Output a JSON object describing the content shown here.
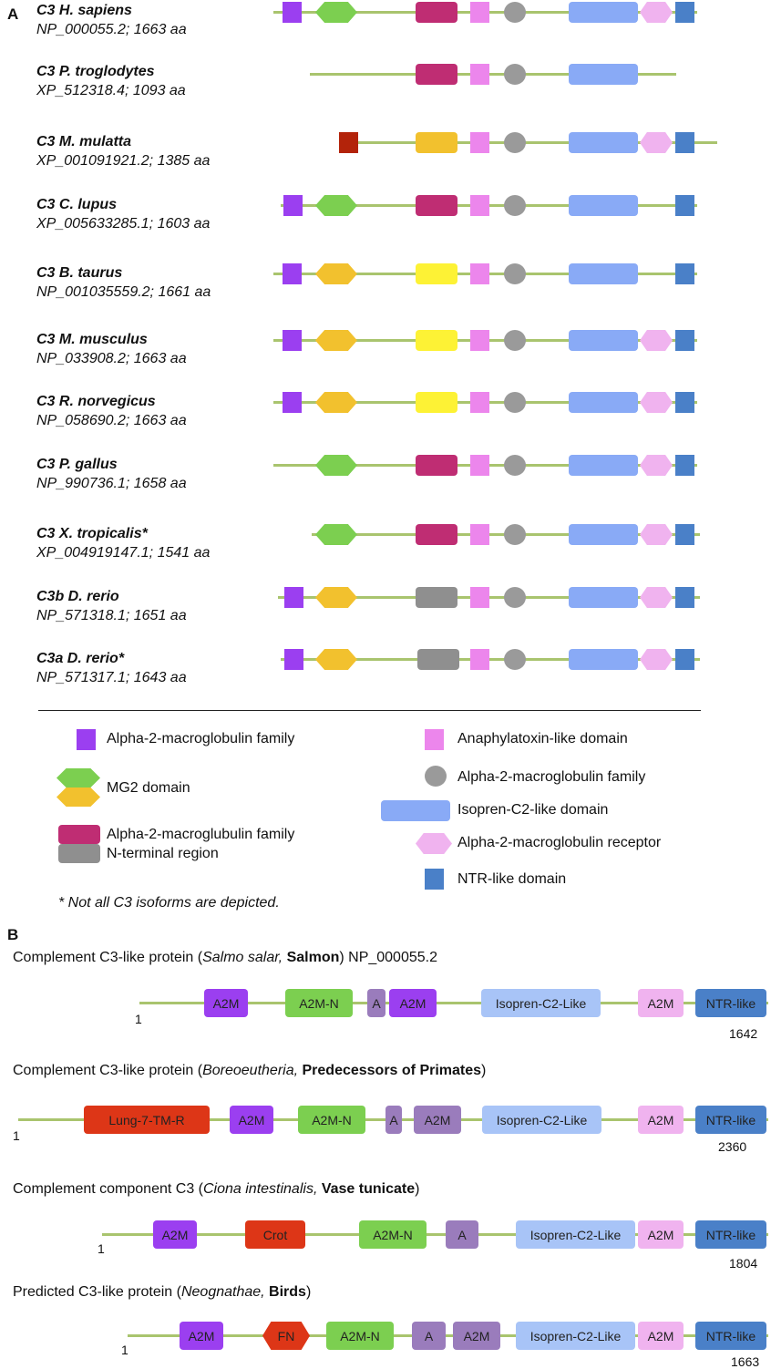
{
  "panel_a": {
    "letter": "A",
    "species": [
      {
        "name": "C3 H. sapiens",
        "accession": "NP_000055.2; 1663 aa"
      },
      {
        "name": "C3  P. troglodytes",
        "accession": "XP_512318.4; 1093 aa"
      },
      {
        "name": "C3 M. mulatta",
        "accession": "XP_001091921.2; 1385 aa"
      },
      {
        "name": "C3 C. lupus",
        "accession": "XP_005633285.1; 1603 aa"
      },
      {
        "name": "C3 B. taurus",
        "accession": "NP_001035559.2; 1661 aa"
      },
      {
        "name": "C3 M. musculus",
        "accession": "NP_033908.2; 1663 aa"
      },
      {
        "name": "C3 R. norvegicus",
        "accession": "NP_058690.2; 1663 aa"
      },
      {
        "name": "C3 P. gallus",
        "accession": "NP_990736.1; 1658 aa"
      },
      {
        "name": "C3 X. tropicalis*",
        "accession": "XP_004919147.1; 1541 aa"
      },
      {
        "name": "C3b D. rerio",
        "accession": "NP_571318.1; 1651 aa"
      },
      {
        "name": "C3a D. rerio*",
        "accession": "NP_571317.1; 1643 aa"
      }
    ],
    "legend": {
      "a2m_family": "Alpha-2-macroglobulin family",
      "mg2": "MG2 domain",
      "a2m_nterm_line1": "Alpha-2-macroglubulin family",
      "a2m_nterm_line2": "N-terminal region",
      "anaphylatoxin": "Anaphylatoxin-like domain",
      "a2m_family_oval": "Alpha-2-macroglobulin family",
      "isopren": "Isopren-C2-like domain",
      "a2m_receptor": "Alpha-2-macroglobulin receptor",
      "ntr": "NTR-like domain"
    },
    "note": "* Not all C3 isoforms are depicted.",
    "colors": {
      "track": "#a9c46e",
      "a2m_purple": "#9b3ff0",
      "mg2_green": "#7ccf50",
      "mg2_yellow": "#f2c12e",
      "magenta": "#bf2d73",
      "bright_yellow": "#fdf235",
      "gray_rect": "#8f8f8f",
      "pink": "#ec86ec",
      "gray_oval": "#9a9a9a",
      "isopren_blue": "#89aaf6",
      "light_pink": "#f0b3ef",
      "ntr_blue": "#4a80c8",
      "dark_red": "#b3230a"
    }
  },
  "panel_b": {
    "letter": "B",
    "proteins": [
      {
        "t1": "Complement C3-like protein (",
        "it": "Salmo salar,",
        "bd": "Salmon",
        "t2": ") NP_000055.2",
        "start": "1",
        "end": "1642",
        "domains": [
          "A2M",
          "A2M-N",
          "A",
          "A2M",
          "Isopren-C2-Like",
          "A2M",
          "NTR-like"
        ]
      },
      {
        "t1": "Complement C3-like protein (",
        "it": "Boreoeutheria,",
        "bd": "Predecessors of Primates",
        "t2": ")",
        "start": "1",
        "end": "2360",
        "domains": [
          "Lung-7-TM-R",
          "A2M",
          "A2M-N",
          "A",
          "A2M",
          "Isopren-C2-Like",
          "A2M",
          "NTR-like"
        ]
      },
      {
        "t1": "Complement component C3 (",
        "it": "Ciona intestinalis,",
        "bd": "Vase tunicate",
        "t2": ")",
        "start": "1",
        "end": "1804",
        "domains": [
          "A2M",
          "Crot",
          "A2M-N",
          "A",
          "Isopren-C2-Like",
          "A2M",
          "NTR-like"
        ]
      },
      {
        "t1": "Predicted C3-like protein (",
        "it": "Neognathae,",
        "bd": "Birds",
        "t2": ")",
        "start": "1",
        "end": "1663",
        "domains": [
          "A2M",
          "FN",
          "A2M-N",
          "A",
          "A2M",
          "Isopren-C2-Like",
          "A2M",
          "NTR-like"
        ]
      }
    ]
  }
}
